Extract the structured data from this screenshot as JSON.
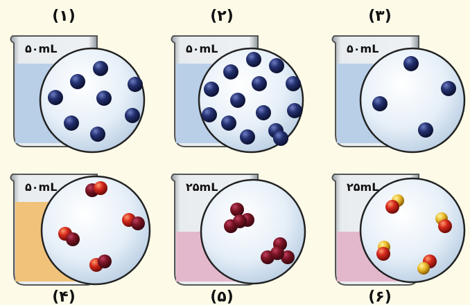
{
  "panels": [
    {
      "number": "(۱)",
      "volume_label": "۵۰mL",
      "liquid_color": "#b9cfe8",
      "particle_type": "atom",
      "particle_color": "#1a2050",
      "particle_count": 8
    },
    {
      "number": "(۲)",
      "volume_label": "۵۰mL",
      "liquid_color": "#b9cfe8",
      "particle_type": "atom",
      "particle_color": "#1a2050",
      "particle_count": 14
    },
    {
      "number": "(۳)",
      "volume_label": "۵۰mL",
      "liquid_color": "#b9cfe8",
      "particle_type": "atom",
      "particle_color": "#1a2050",
      "particle_count": 4
    },
    {
      "number": "(۴)",
      "volume_label": "۵۰mL",
      "liquid_color": "#f0c27a",
      "particle_type": "diatomic-molecule",
      "particle_color": "#c0281e",
      "particle_count": 4
    },
    {
      "number": "(۵)",
      "volume_label": "۲۵mL",
      "liquid_color": "#e4b8cc",
      "particle_type": "triatomic-cluster",
      "particle_color": "#7a1424",
      "particle_count": 2
    },
    {
      "number": "(۶)",
      "volume_label": "۲۵mL",
      "liquid_color": "#e4b8cc",
      "particle_type": "red-yellow-molecule",
      "particle_color": "#d82a1e",
      "particle_count": 4
    }
  ]
}
